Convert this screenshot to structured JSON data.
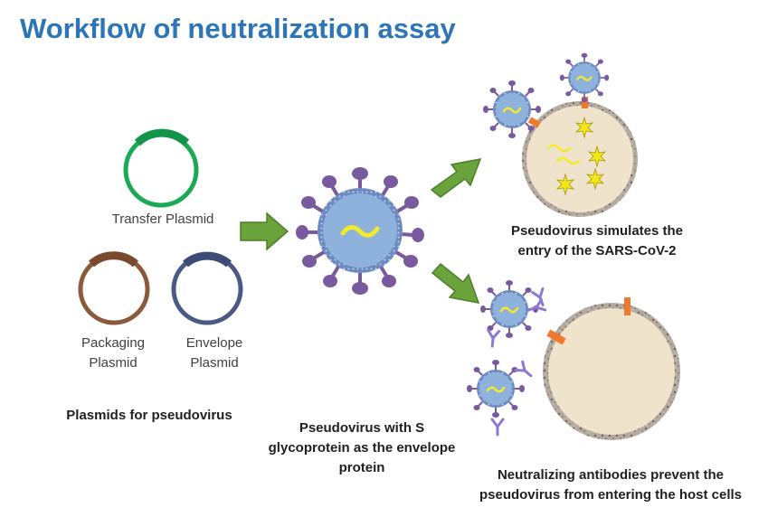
{
  "title": "Workflow of neutralization assay",
  "plasmids": {
    "transfer": "Transfer Plasmid",
    "packaging_line1": "Packaging",
    "packaging_line2": "Plasmid",
    "envelope_line1": "Envelope",
    "envelope_line2": "Plasmid",
    "caption": "Plasmids for pseudovirus"
  },
  "pseudovirus": {
    "caption_line1": "Pseudovirus with S",
    "caption_line2": "glycoprotein as the envelope",
    "caption_line3": "protein"
  },
  "entry": {
    "caption_line1": "Pseudovirus simulates the",
    "caption_line2": "entry of the SARS-CoV-2"
  },
  "neutralization": {
    "caption_line1": "Neutralizing antibodies prevent the",
    "caption_line2": "pseudovirus from entering the host cells"
  },
  "colors": {
    "title": "#2e75b6",
    "transfer_plasmid": "#1aaa55",
    "packaging_plasmid": "#8b5a3c",
    "envelope_plasmid": "#4a5a85",
    "virus_body": "#8fb2dd",
    "spike": "#7a5a9e",
    "arrow": "#6aa23c",
    "cell": "#efe3cc",
    "receptor": "#ef7a2c",
    "antibody": "#8a7ad6",
    "star": "#f5e61a"
  }
}
